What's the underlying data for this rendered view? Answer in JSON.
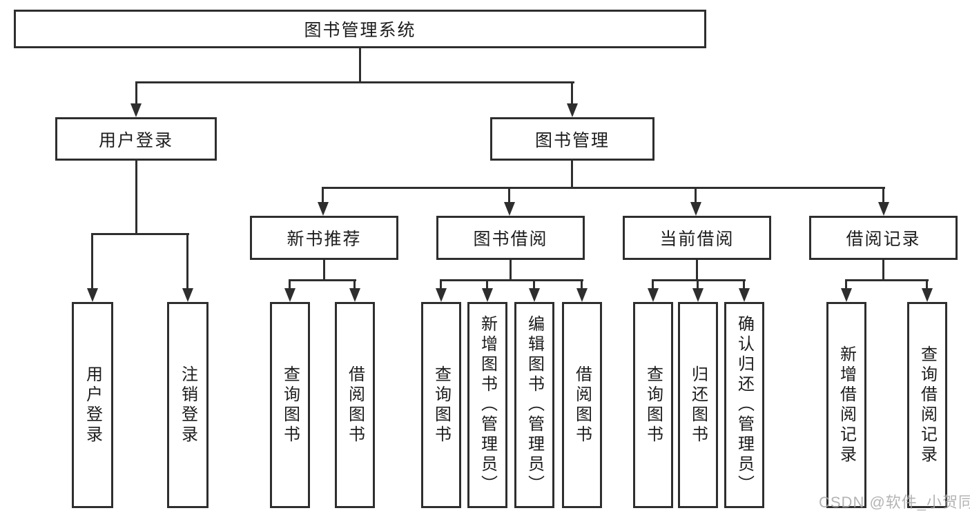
{
  "diagram": {
    "root": "图书管理系统",
    "level1": {
      "user_login": "用户登录",
      "book_management": "图书管理"
    },
    "level2": {
      "new_book_recommend": "新书推荐",
      "book_borrow": "图书借阅",
      "current_borrow": "当前借阅",
      "borrow_records": "借阅记录"
    },
    "leaves": {
      "user_login": [
        "用户登录",
        "注销登录"
      ],
      "new_book_recommend": [
        "查询图书",
        "借阅图书"
      ],
      "book_borrow": [
        "查询图书",
        "新增图书（管理员）",
        "编辑图书（管理员）",
        "借阅图书"
      ],
      "current_borrow": [
        "查询图书",
        "归还图书",
        "确认归还（管理员）"
      ],
      "borrow_records": [
        "新增借阅记录",
        "查询借阅记录"
      ]
    },
    "colors": {
      "line": "#2e2e2e",
      "text": "#1c1c1c",
      "background": "#ffffff",
      "watermark": "#a7a7a7"
    },
    "watermark": "CSDN @软件_小贺同学"
  }
}
